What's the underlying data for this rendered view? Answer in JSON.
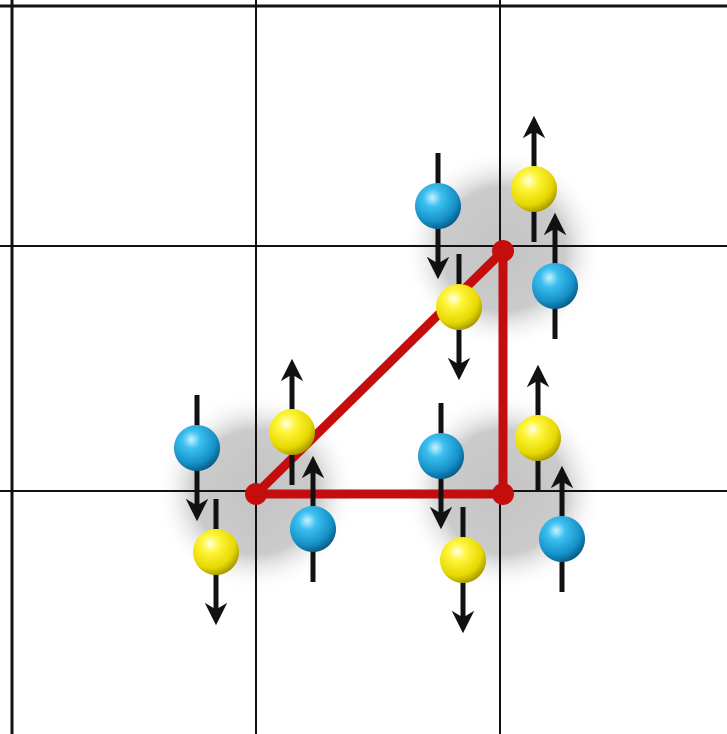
{
  "diagram": {
    "lattice": {
      "rows": 3,
      "cols": 3
    },
    "colors": {
      "background": "#ffffff",
      "grid_line": "#111111",
      "halo": "#bdbdbd",
      "bond": "#c40e0e",
      "spin_arrow": "#111111",
      "particle_blue": "#1e9fd8",
      "particle_yellow": "#f2ea00"
    },
    "bonded_sites": [
      {
        "name": "site-top-right",
        "col": 2,
        "row": 1
      },
      {
        "name": "site-bottom-left",
        "col": 1,
        "row": 2
      },
      {
        "name": "site-bottom-right",
        "col": 2,
        "row": 2
      }
    ],
    "bonds": [
      {
        "from": "site-bottom-left",
        "to": "site-bottom-right"
      },
      {
        "from": "site-bottom-right",
        "to": "site-top-right"
      },
      {
        "from": "site-top-right",
        "to": "site-bottom-left"
      }
    ],
    "particle_species": [
      "blue",
      "yellow"
    ],
    "spin_states": [
      "up",
      "down"
    ],
    "particles_per_site": 4
  }
}
